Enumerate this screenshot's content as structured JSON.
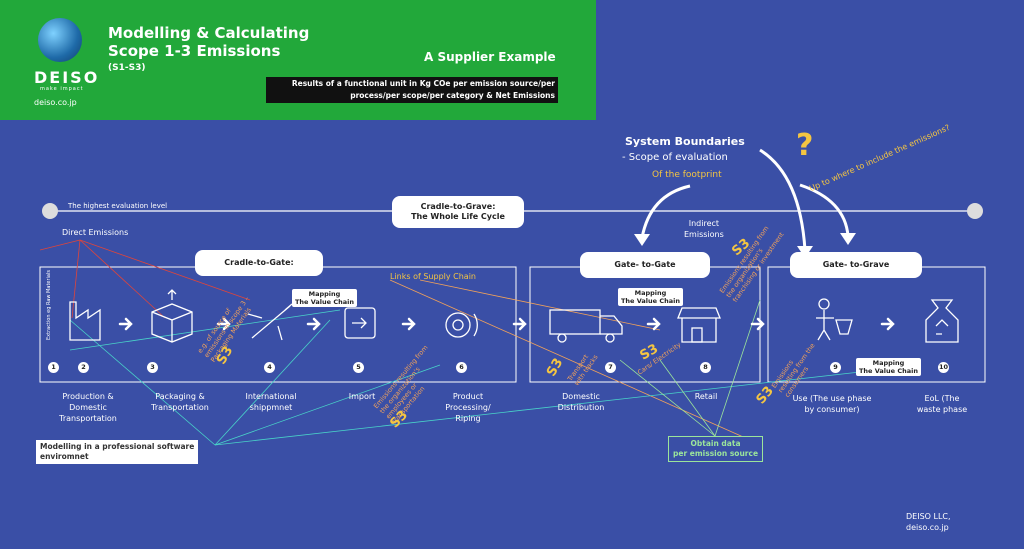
{
  "header": {
    "title_line1": "Modelling & Calculating",
    "title_line2": "Scope 1-3 Emissions",
    "title_scope": "(S1-S3)",
    "example": "A Supplier Example",
    "results_line1": "Results of a functional unit in Kg COe per emission source/per",
    "results_line2": "process/per scope/per category & Net Emissions",
    "logo_text": "DEISO",
    "logo_tagline": "make impact",
    "logo_url": "deiso.co.jp"
  },
  "boundaries": {
    "title": "System Boundaries",
    "subtitle": "- Scope of evaluation",
    "footprint": "Of the footprint",
    "question_mark": "?",
    "question": "Up to where to include the emissions?"
  },
  "timeline": {
    "highest_level": "The highest evaluation level",
    "whole_cycle_line1": "Cradle-to-Grave:",
    "whole_cycle_line2": "The Whole Life Cycle"
  },
  "labels": {
    "direct_emissions": "Direct Emissions",
    "indirect_line1": "Indirect",
    "indirect_line2": "Emissions",
    "links_supply_chain": "Links of Supply Chain",
    "cradle_to_gate": "Cradle-to-Gate:",
    "gate_to_gate": "Gate- to-Gate",
    "gate_to_grave": "Gate- to-Grave",
    "mapping_line1": "Mapping",
    "mapping_line2": "The Value Chain",
    "extraction": "Extraction eg Raw Materials",
    "modelling_line1": "Modelling in a professional software",
    "modelling_line2": "enviromnet",
    "obtain_line1": "Obtain data",
    "obtain_line2": "per emission source",
    "footer_line1": "DEISO LLC,",
    "footer_line2": "deiso.co.jp"
  },
  "annotations": {
    "s3": "S3",
    "pack_note": "e.g. of source of emissions in scope 3 – Packaging Materials",
    "transport_tracks": "Transport with tracks",
    "cars_electricity": "Cars/ Electricity",
    "employees_transport": "Emissions resulting from the organization's employees or transportation",
    "franchising": "Emissions resulting from the organization's franchising or investment",
    "consumers": "Emissions resulting from the consumers"
  },
  "stages": [
    {
      "num": "1",
      "name": ""
    },
    {
      "num": "2",
      "name": "Production & Domestic Transportation"
    },
    {
      "num": "3",
      "name": "Packaging & Transportation"
    },
    {
      "num": "4",
      "name": "International shippmnet"
    },
    {
      "num": "5",
      "name": "Import"
    },
    {
      "num": "6",
      "name": "Product Processing/ Riping"
    },
    {
      "num": "7",
      "name": "Domestic Distribution"
    },
    {
      "num": "8",
      "name": "Retail"
    },
    {
      "num": "9",
      "name": "Use (The use phase by consumer)"
    },
    {
      "num": "10",
      "name": "EoL (The waste phase"
    }
  ],
  "colors": {
    "background": "#3a4fa6",
    "banner": "#22a83a",
    "accent_yellow": "#f4c542",
    "accent_orange": "#f2a25a",
    "accent_green": "#9be59b",
    "line_red": "#e0453a",
    "line_teal": "#49d4c9"
  }
}
